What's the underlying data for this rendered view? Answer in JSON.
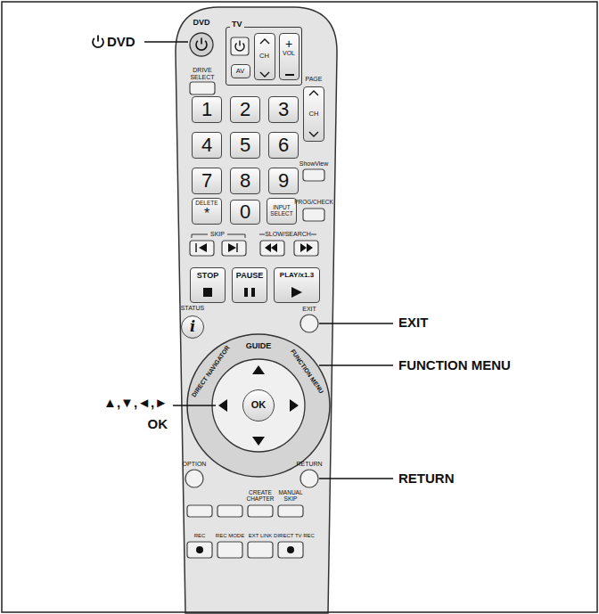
{
  "diagram": {
    "nodes": [
      {
        "text": [
          "TV"
        ]
      },
      {
        "text": [
          "CH"
        ],
        "in": 0
      },
      {
        "text": [
          "+",
          "VOL"
        ],
        "in": 0
      },
      {
        "text": [
          "AV"
        ],
        "in": 0
      },
      {
        "text": [
          "CH"
        ]
      },
      {
        "text": [
          "1"
        ]
      },
      {
        "text": [
          "2"
        ]
      },
      {
        "text": [
          "3"
        ]
      },
      {
        "text": [
          "4"
        ]
      },
      {
        "text": [
          "5"
        ]
      },
      {
        "text": [
          "6"
        ]
      },
      {
        "text": [
          "7"
        ]
      },
      {
        "text": [
          "8"
        ]
      },
      {
        "text": [
          "9"
        ]
      },
      {
        "text": [
          "DELETE",
          "*"
        ]
      },
      {
        "text": [
          "0"
        ]
      },
      {
        "text": [
          "INPUT SELECT"
        ]
      },
      {
        "text": [
          "STOP"
        ]
      },
      {
        "text": [
          "PAUSE"
        ]
      },
      {
        "text": [
          "PLAY/x1.3"
        ]
      },
      {
        "text": [
          "i"
        ]
      },
      {
        "text": [
          "OK"
        ]
      }
    ],
    "labels": [
      "DVD",
      "DRIVE SELECT",
      "PAGE",
      "ShowView",
      "PROG/CHECK",
      "SKIP",
      "SLOW/SEARCH",
      "STATUS",
      "EXIT",
      "GUIDE",
      "DIRECT NAVIGATOR",
      "FUNCTION MENU",
      "OPTION",
      "RETURN",
      "CREATE CHAPTER",
      "MANUAL SKIP",
      "REC",
      "REC MODE",
      "EXT LINK",
      "DIRECT TV REC",
      "DVD",
      "EXIT",
      "FUNCTION MENU",
      "▲,▼,◄,►",
      "OK",
      "RETURN"
    ]
  }
}
